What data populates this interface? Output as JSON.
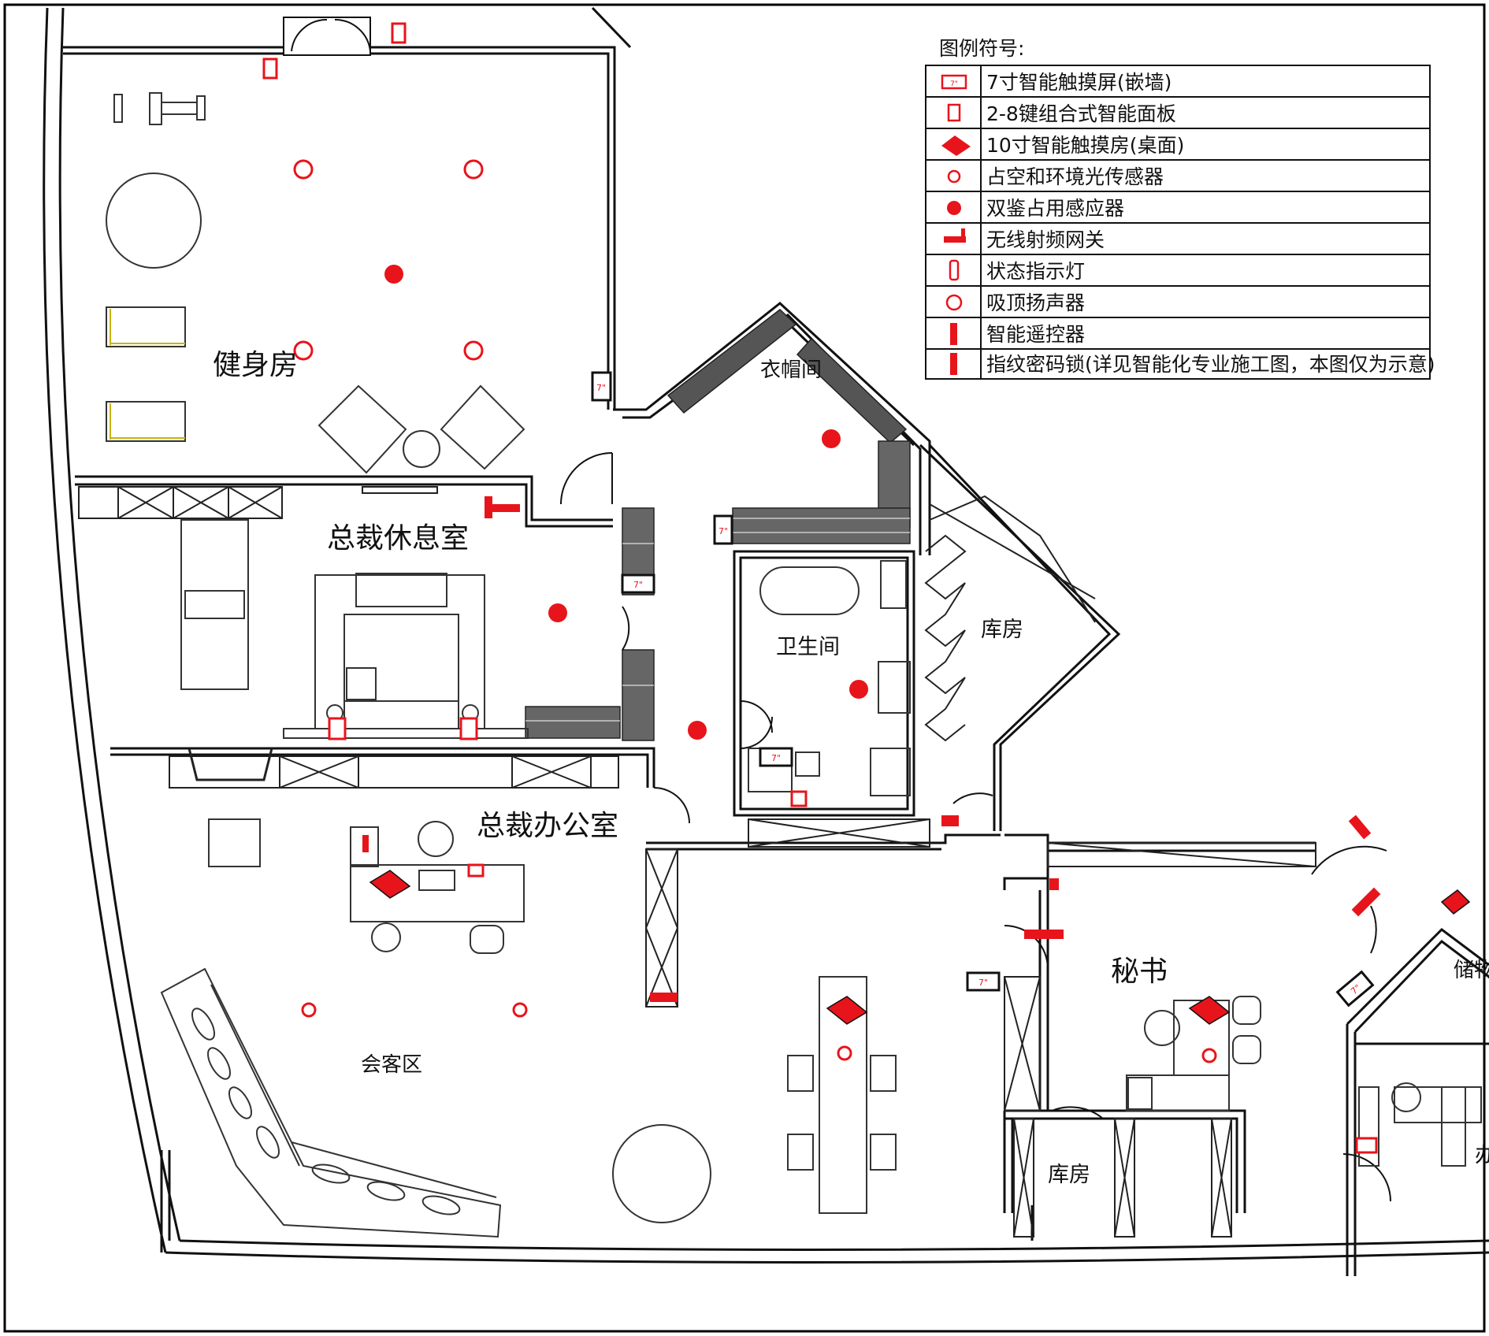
{
  "legend": {
    "title": "图例符号:",
    "items": [
      {
        "icon": "touchscreen-7-wall-icon",
        "label": "7寸智能触摸屏(嵌墙)"
      },
      {
        "icon": "smart-panel-icon",
        "label": "2-8键组合式智能面板"
      },
      {
        "icon": "touchscreen-10-desk-icon",
        "label": "10寸智能触摸房(桌面)"
      },
      {
        "icon": "occupancy-light-sensor-icon",
        "label": "占空和环境光传感器"
      },
      {
        "icon": "dual-tech-occupancy-sensor-icon",
        "label": "双鉴占用感应器"
      },
      {
        "icon": "wireless-rf-gateway-icon",
        "label": "无线射频网关"
      },
      {
        "icon": "status-indicator-icon",
        "label": "状态指示灯"
      },
      {
        "icon": "ceiling-speaker-icon",
        "label": "吸顶扬声器"
      },
      {
        "icon": "smart-remote-icon",
        "label": "智能遥控器"
      },
      {
        "icon": "fingerprint-lock-icon",
        "label": "指纹密码锁(详见智能化专业施工图，本图仅为示意)"
      }
    ]
  },
  "rooms": {
    "gym": "健身房",
    "ceo_lounge": "总裁休息室",
    "ceo_office": "总裁办公室",
    "reception": "会客区",
    "wardrobe": "衣帽间",
    "bathroom": "卫生间",
    "storage_right": "库房",
    "storage_bottom": "库房",
    "secretary": "秘书",
    "storage_edge": "储物",
    "edge_partial": "办"
  },
  "device_labels": {
    "screen7": "7\""
  },
  "colors": {
    "device_red": "#e8141b",
    "wall": "#111111",
    "furniture": "#333333"
  }
}
